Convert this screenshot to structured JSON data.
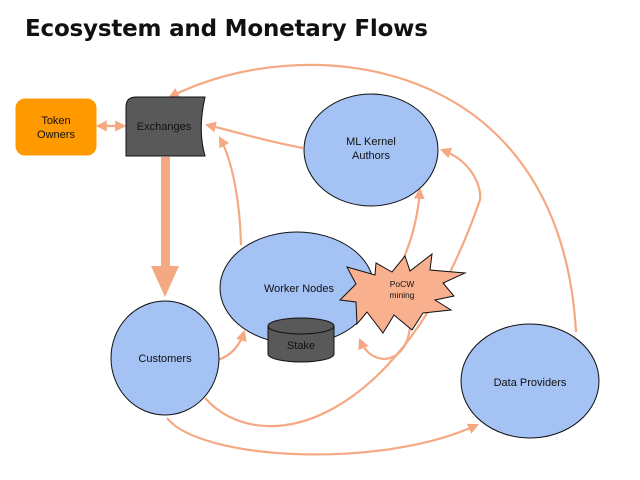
{
  "title": "Ecosystem and Monetary Flows",
  "colors": {
    "node_fill": "#a4c2f4",
    "node_stroke": "#111111",
    "exchange_fill": "#595959",
    "token_fill": "#ff9900",
    "stake_fill": "#595959",
    "pocw_fill": "#f9b08f",
    "arrow": "#f5a983"
  },
  "nodes": {
    "token_owners": {
      "line1": "Token",
      "line2": "Owners"
    },
    "exchanges": {
      "label": "Exchanges"
    },
    "ml_kernel_authors": {
      "line1": "ML Kernel",
      "line2": "Authors"
    },
    "worker_nodes": {
      "label": "Worker Nodes"
    },
    "customers": {
      "label": "Customers"
    },
    "data_providers": {
      "label": "Data Providers"
    },
    "stake": {
      "label": "Stake"
    },
    "pocw_mining": {
      "line1": "PoCW",
      "line2": "mining"
    }
  }
}
